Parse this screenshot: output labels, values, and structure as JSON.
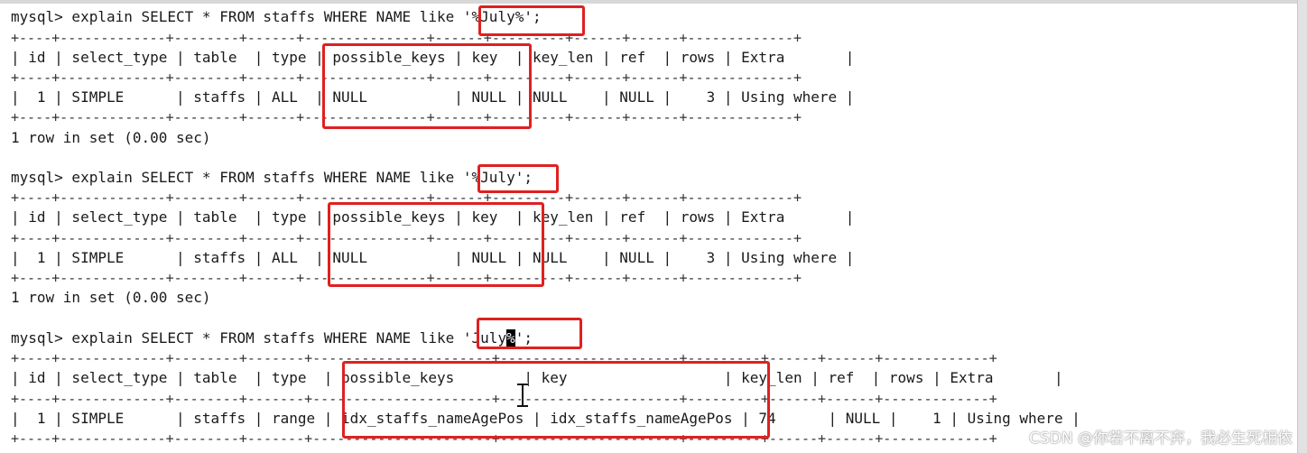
{
  "terminal": {
    "q1": {
      "prompt_cmd": "mysql> explain SELECT * FROM staffs WHERE NAME like ",
      "literal": "'%July%';",
      "sep": "+----+-------------+--------+------+---------------+------+---------+------+------+-------------+",
      "header": "| id | select_type | table  | type | possible_keys | key  | key_len | ref  | rows | Extra       |",
      "row": "|  1 | SIMPLE      | staffs | ALL  | NULL          | NULL | NULL    | NULL |    3 | Using where |",
      "result": "1 row in set (0.00 sec)"
    },
    "q2": {
      "prompt_cmd": "mysql> explain SELECT * FROM staffs WHERE NAME like ",
      "literal": "'%July';",
      "sep": "+----+-------------+--------+------+---------------+------+---------+------+------+-------------+",
      "header": "| id | select_type | table  | type | possible_keys | key  | key_len | ref  | rows | Extra       |",
      "row": "|  1 | SIMPLE      | staffs | ALL  | NULL          | NULL | NULL    | NULL |    3 | Using where |",
      "result": "1 row in set (0.00 sec)"
    },
    "q3": {
      "prompt_cmd": "mysql> explain SELECT * FROM staffs WHERE NAME like ",
      "literal_pre": "'July",
      "literal_cursor": "%",
      "literal_post": "';",
      "sep": "+----+-------------+--------+-------+----------------------+----------------------+---------+------+------+-------------+",
      "header": "| id | select_type | table  | type  | possible_keys        | key                  | key_len | ref  | rows | Extra       |",
      "row": "|  1 | SIMPLE      | staffs | range | idx_staffs_nameAgePos | idx_staffs_nameAgePos | 74      | NULL |    1 | Using where |"
    }
  },
  "watermark": "CSDN @你若不离不弃，我必生死相依",
  "colors": {
    "highlight": "#e02020",
    "background": "#ffffff",
    "text": "#1a1a1a"
  }
}
